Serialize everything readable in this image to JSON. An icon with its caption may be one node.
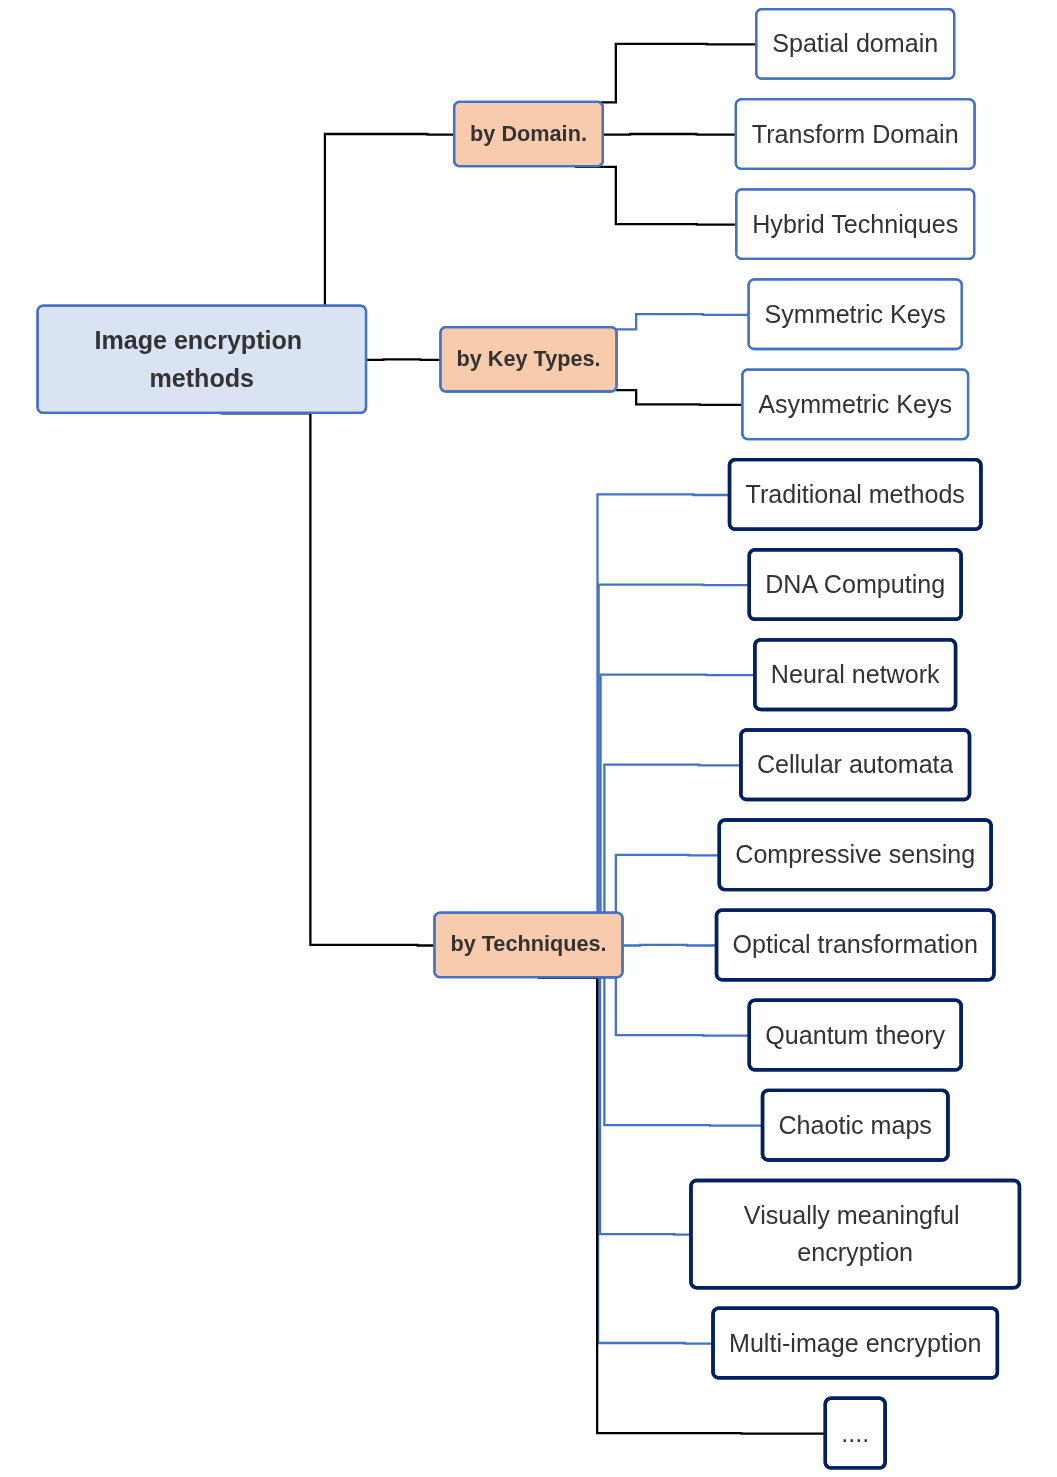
{
  "diagram": {
    "nodes": [
      {
        "text": [
          "Image encryption methods"
        ]
      },
      {
        "text": [
          "by Domain."
        ]
      },
      {
        "text": [
          "by Key Types."
        ]
      },
      {
        "text": [
          "by Techniques."
        ]
      },
      {
        "text": [
          "Spatial domain"
        ]
      },
      {
        "text": [
          "Transform Domain"
        ]
      },
      {
        "text": [
          "Hybrid Techniques"
        ]
      },
      {
        "text": [
          "Symmetric Keys"
        ]
      },
      {
        "text": [
          "Asymmetric Keys"
        ]
      },
      {
        "text": [
          "Traditional methods"
        ]
      },
      {
        "text": [
          "DNA Computing"
        ]
      },
      {
        "text": [
          "Neural network"
        ]
      },
      {
        "text": [
          "Cellular automata"
        ]
      },
      {
        "text": [
          "Compressive sensing"
        ]
      },
      {
        "text": [
          "Optical transformation"
        ]
      },
      {
        "text": [
          "Quantum theory"
        ]
      },
      {
        "text": [
          "Chaotic maps"
        ]
      },
      {
        "text": [
          "Visually meaningful encryption"
        ]
      },
      {
        "text": [
          "Multi-image encryption"
        ]
      },
      {
        "text": [
          "...."
        ]
      }
    ],
    "edges": [
      {
        "from": 0,
        "to": 1,
        "arrow": "none",
        "color": "#000000"
      },
      {
        "from": 0,
        "to": 2,
        "arrow": "none",
        "color": "#000000"
      },
      {
        "from": 0,
        "to": 3,
        "arrow": "none",
        "color": "#000000"
      },
      {
        "from": 1,
        "to": 4,
        "arrow": "none",
        "color": "#000000"
      },
      {
        "from": 1,
        "to": 5,
        "arrow": "none",
        "color": "#000000"
      },
      {
        "from": 1,
        "to": 6,
        "arrow": "none",
        "color": "#000000"
      },
      {
        "from": 2,
        "to": 7,
        "arrow": "none"
      },
      {
        "from": 2,
        "to": 8,
        "arrow": "none",
        "color": "#000000"
      },
      {
        "from": 3,
        "to": 9,
        "arrow": "none"
      },
      {
        "from": 3,
        "to": 10,
        "arrow": "none"
      },
      {
        "from": 3,
        "to": 11,
        "arrow": "none"
      },
      {
        "from": 3,
        "to": 12,
        "arrow": "none"
      },
      {
        "from": 3,
        "to": 13,
        "arrow": "none"
      },
      {
        "from": 3,
        "to": 14,
        "arrow": "none"
      },
      {
        "from": 3,
        "to": 15,
        "arrow": "none"
      },
      {
        "from": 3,
        "to": 16,
        "arrow": "none"
      },
      {
        "from": 3,
        "to": 17,
        "arrow": "none"
      },
      {
        "from": 3,
        "to": 18,
        "arrow": "none"
      },
      {
        "from": 3,
        "to": 19,
        "arrow": "none",
        "color": "#000000"
      }
    ]
  }
}
